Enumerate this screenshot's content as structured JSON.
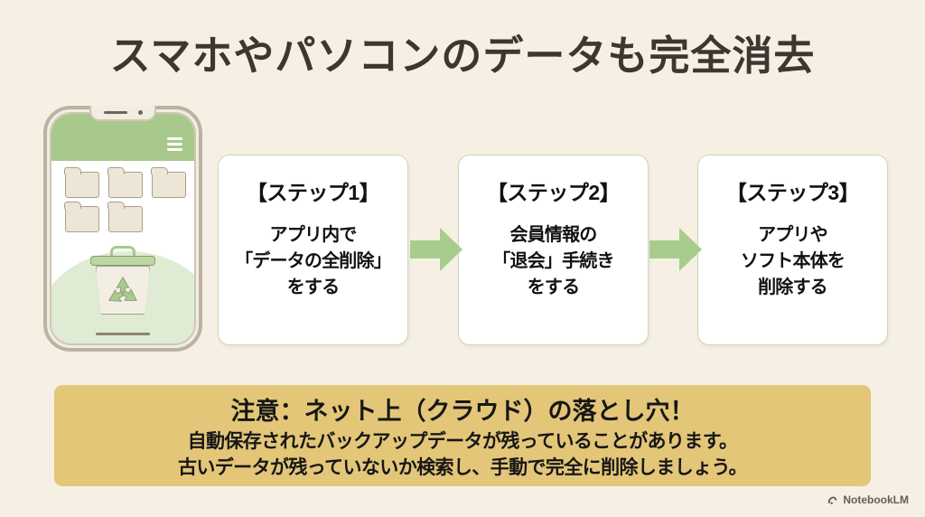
{
  "slide": {
    "background_color": "#F6F0E4",
    "title": "スマホやパソコンのデータも完全消去"
  },
  "illustration": {
    "name": "smartphone-with-recycle-bin",
    "header_color": "#A8C88C",
    "menu_icon": "hamburger-icon",
    "folder_count": 5,
    "bin_icon": "recycle-bin-icon"
  },
  "steps": [
    {
      "heading": "【ステップ1】",
      "body": "アプリ内で\n「データの全削除」\nをする"
    },
    {
      "heading": "【ステップ2】",
      "body": "会員情報の\n「退会」手続き\nをする"
    },
    {
      "heading": "【ステップ3】",
      "body": "アプリや\nソフト本体を\n削除する"
    }
  ],
  "arrow_color": "#A8CC8C",
  "warning": {
    "background_color": "#E4C679",
    "heading": "注意：ネット上（クラウド）の落とし穴！",
    "line1": "自動保存されたバックアップデータが残っていることがあります。",
    "line2": "古いデータが残っていないか検索し、手動で完全に削除しましょう。"
  },
  "watermark": {
    "icon": "notebooklm-logo-icon",
    "label": "NotebookLM"
  }
}
